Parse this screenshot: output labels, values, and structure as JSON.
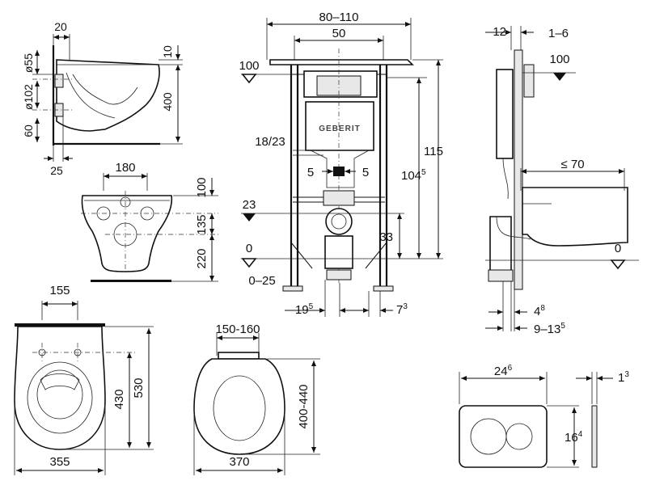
{
  "toilet_side": {
    "d55": "ø55",
    "d20": "20",
    "d10": "10",
    "d400": "400",
    "d102": "ø102",
    "d60": "60",
    "d25": "25"
  },
  "toilet_front": {
    "d180": "180",
    "d100": "100",
    "d135": "135",
    "d220": "220"
  },
  "frame_front": {
    "w80_110": "80–110",
    "w50": "50",
    "d100": "100",
    "d18_23": "18/23",
    "d5a": "5",
    "d5b": "5",
    "d23": "23",
    "d0": "0",
    "d0_25": "0–25",
    "d33": "33",
    "h104": "104",
    "h104_sup": "5",
    "h115": "115",
    "b19": "19",
    "b19_sup": "5",
    "b7": "7",
    "b7_sup": "3",
    "brand": "GEBERIT"
  },
  "frame_side": {
    "d12": "12",
    "d1_6": "1–6",
    "d100": "100",
    "d70": "≤ 70",
    "d0": "0",
    "d4": "4",
    "d4_sup": "8",
    "d9_13": "9–13",
    "d9_13_sup": "5"
  },
  "bowl_top": {
    "d155": "155",
    "d430": "430",
    "d530": "530",
    "d355": "355"
  },
  "seat": {
    "d150_160": "150-160",
    "d400_440": "400-440",
    "d370": "370"
  },
  "plate": {
    "w24": "24",
    "w24_sup": "6",
    "h16": "16",
    "h16_sup": "4",
    "d1": "1",
    "d1_sup": "3"
  }
}
